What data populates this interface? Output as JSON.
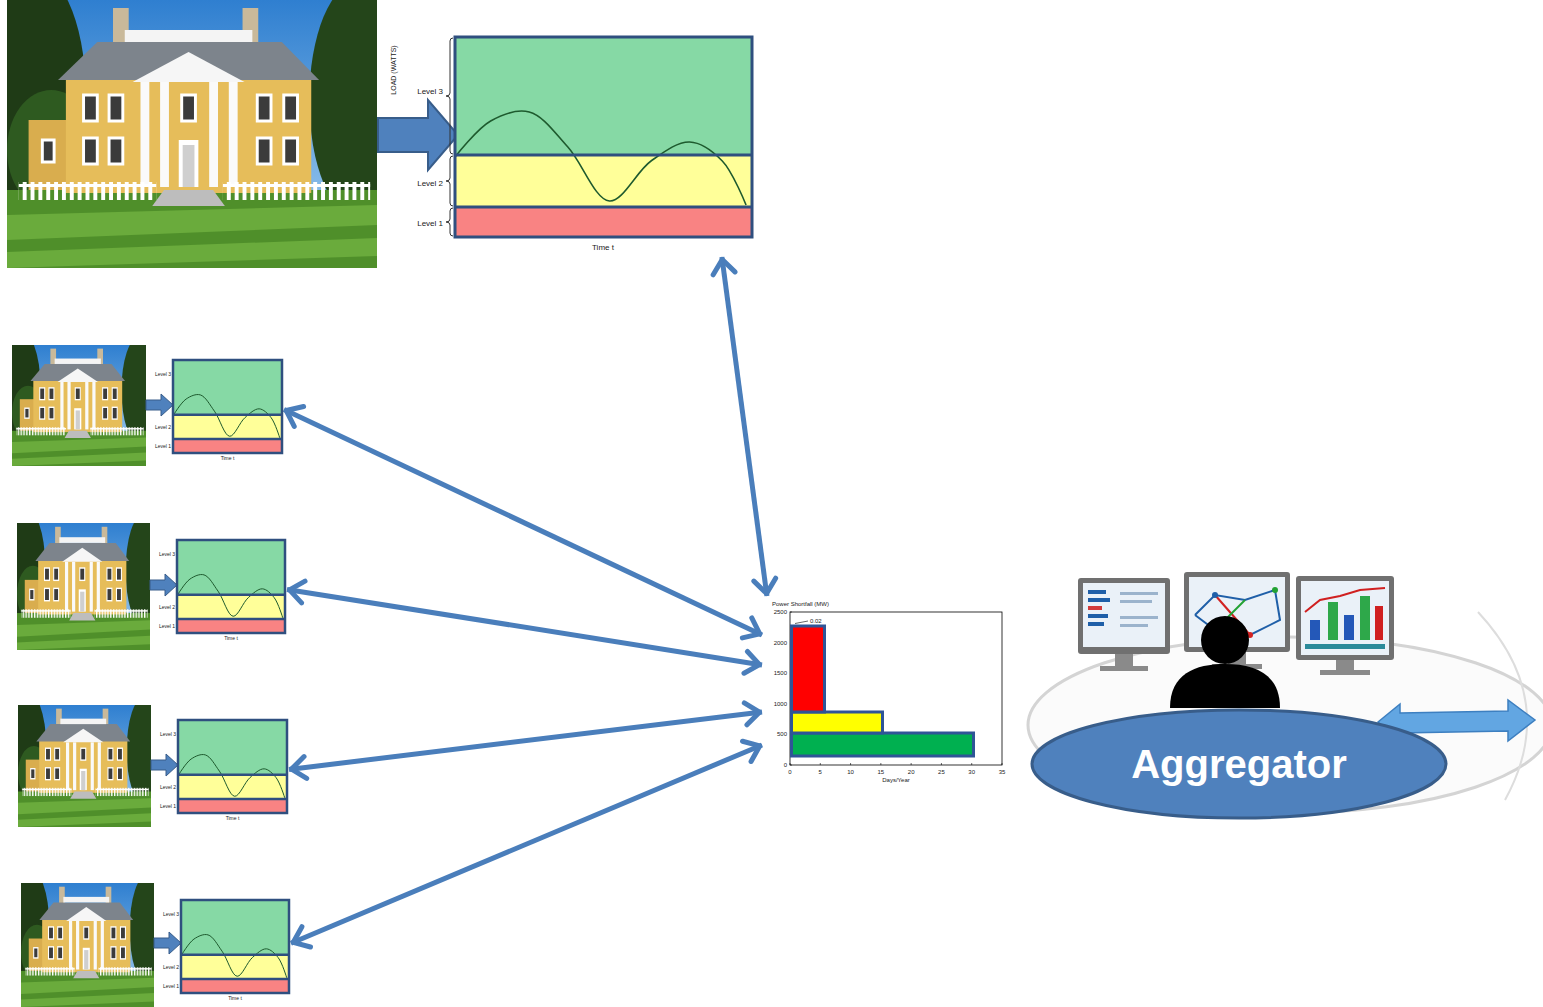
{
  "diagram": {
    "nodes": [
      {
        "text": [
          "LOAD (WATTS)",
          "Level 3",
          "Level 2",
          "Level 1",
          "Time t"
        ]
      },
      {
        "text": [
          "Level 3",
          "Level 2",
          "Level 1",
          "Time t"
        ]
      },
      {
        "text": [
          "Level 3",
          "Level 2",
          "Level 1",
          "Time t"
        ]
      },
      {
        "text": [
          "Level 3",
          "Level 2",
          "Level 1",
          "Time t"
        ]
      },
      {
        "text": [
          "Level 3",
          "Level 2",
          "Level 1",
          "Time t"
        ]
      },
      {
        "text": [
          "Power Shortfall (MW)",
          "2500",
          "2000",
          "1500",
          "1000",
          "500",
          "0",
          "0",
          "5",
          "10",
          "15",
          "20",
          "25",
          "30",
          "35",
          "Days/Year",
          "0.02"
        ]
      },
      {
        "text": [
          "Aggregator"
        ]
      }
    ],
    "edges": [
      {
        "from": 0,
        "to": 5,
        "arrow": "both"
      },
      {
        "from": 1,
        "to": 5,
        "arrow": "both"
      },
      {
        "from": 2,
        "to": 5,
        "arrow": "both"
      },
      {
        "from": 3,
        "to": 5,
        "arrow": "both"
      },
      {
        "from": 4,
        "to": 5,
        "arrow": "both"
      }
    ]
  }
}
